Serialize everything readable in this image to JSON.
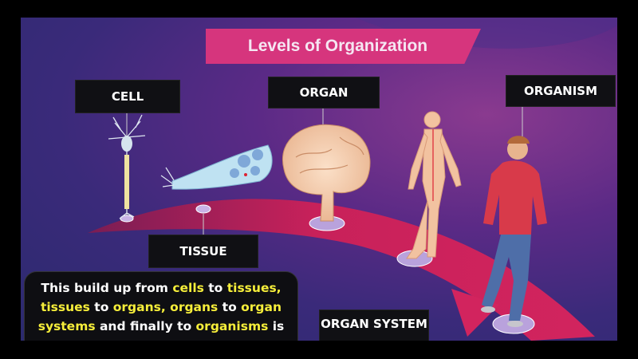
{
  "title": "Levels of Organization",
  "labels": {
    "cell": "CELL",
    "tissue": "TISSUE",
    "organ": "ORGAN",
    "organ_system": "ORGAN SYSTEM",
    "organism": "ORGANISM"
  },
  "description": {
    "t1": "This build up from ",
    "h1": "cells",
    "t2": " to ",
    "h2": "tissues,",
    "t3": " ",
    "h3": "tissues",
    "t4": " to ",
    "h4": "organs,",
    "t5": " ",
    "h5": "organs",
    "t6": " to ",
    "h6": "organ systems",
    "t7": " and finally to ",
    "h7": "organisms",
    "t8": " is"
  },
  "colors": {
    "banner": "#d6357d",
    "path": "#c8215a",
    "highlight": "#f6ee3a",
    "label_bg": "#101014"
  }
}
